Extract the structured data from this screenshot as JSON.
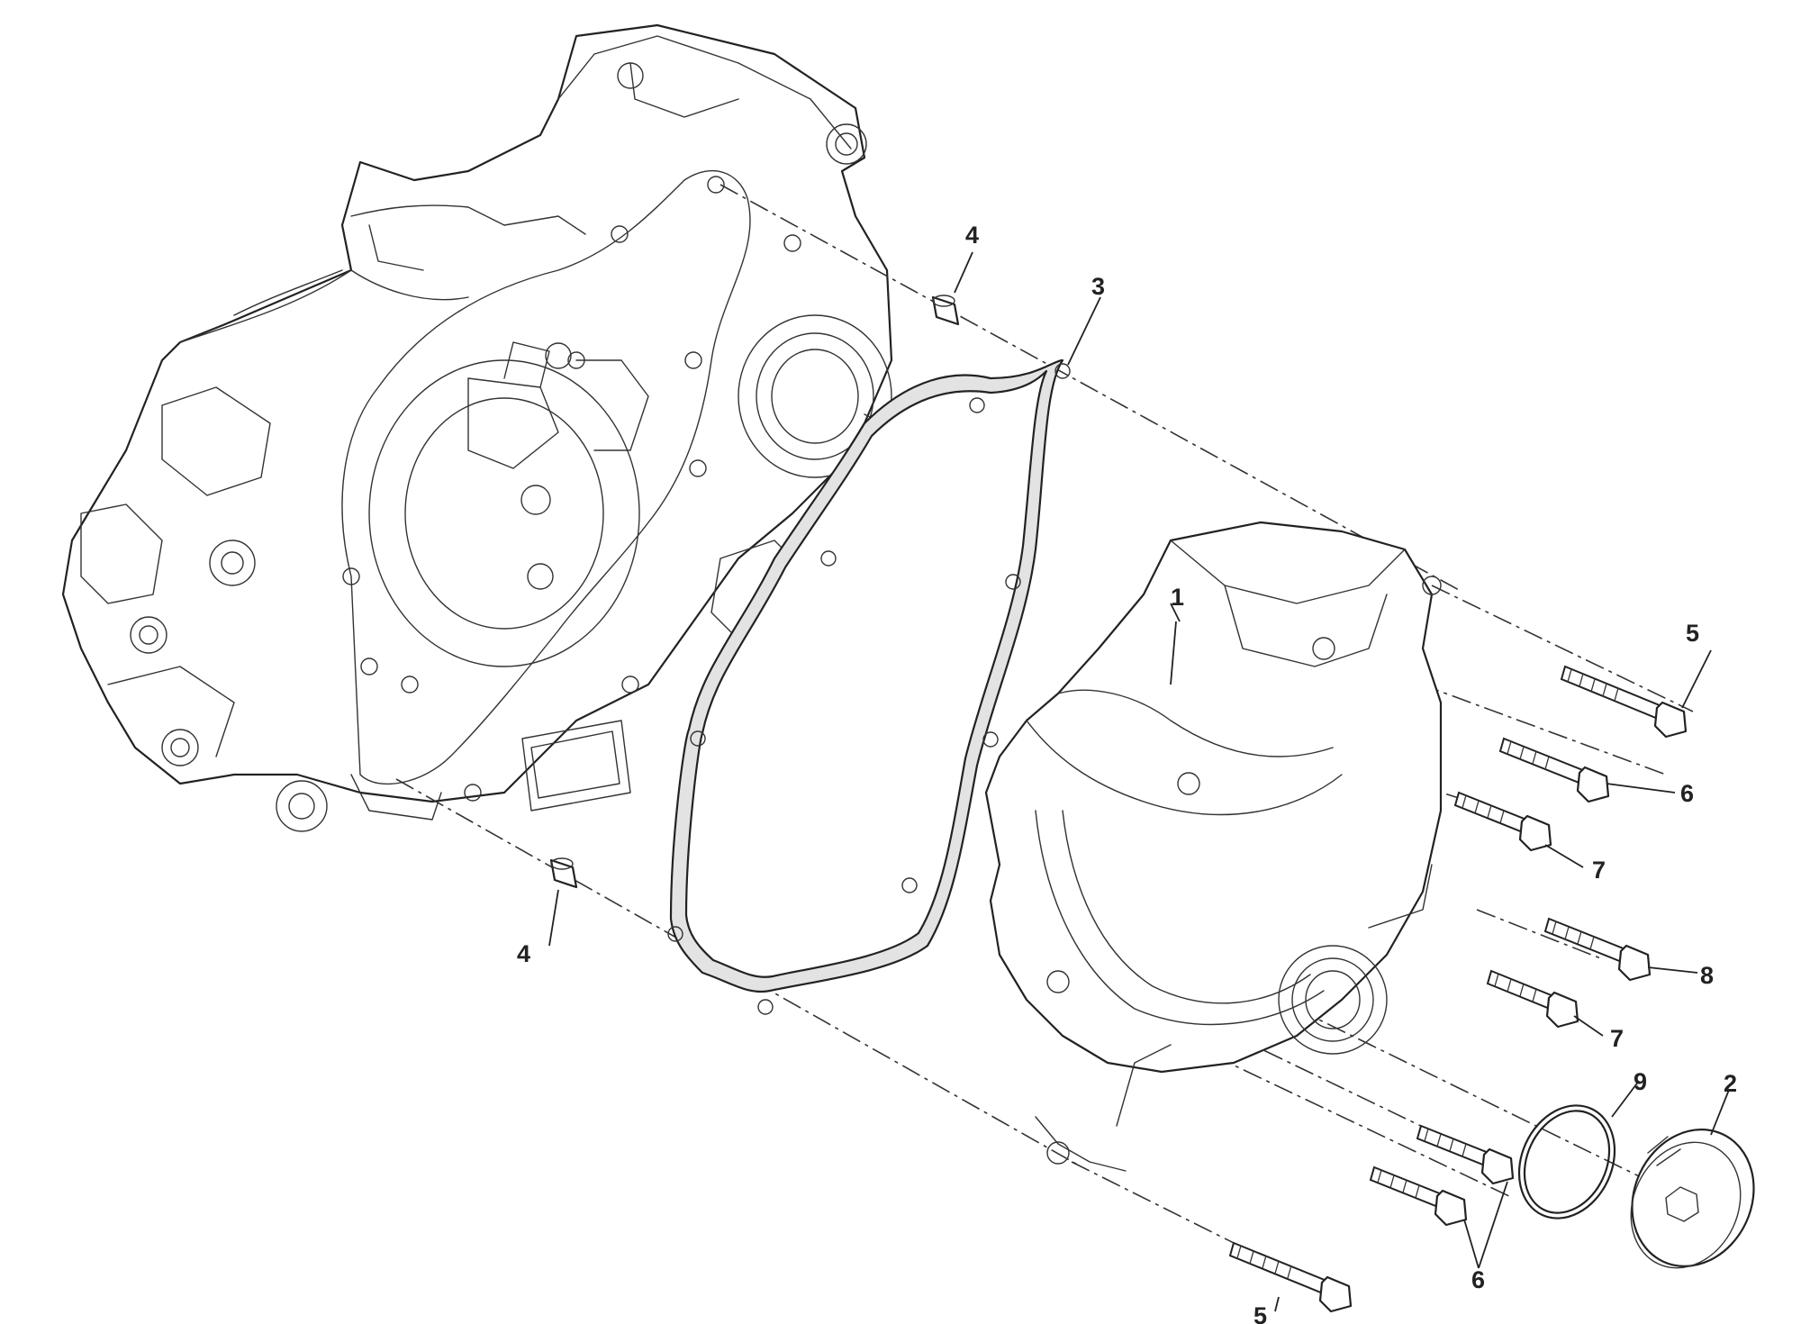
{
  "callouts": {
    "c1": "1",
    "c2": "2",
    "c3": "3",
    "c4_top": "4",
    "c4_bottom": "4",
    "c5_top": "5",
    "c5_bottom": "5",
    "c6_right": "6",
    "c6_bottom": "6",
    "c7_upper": "7",
    "c7_lower": "7",
    "c8": "8",
    "c9": "9"
  }
}
